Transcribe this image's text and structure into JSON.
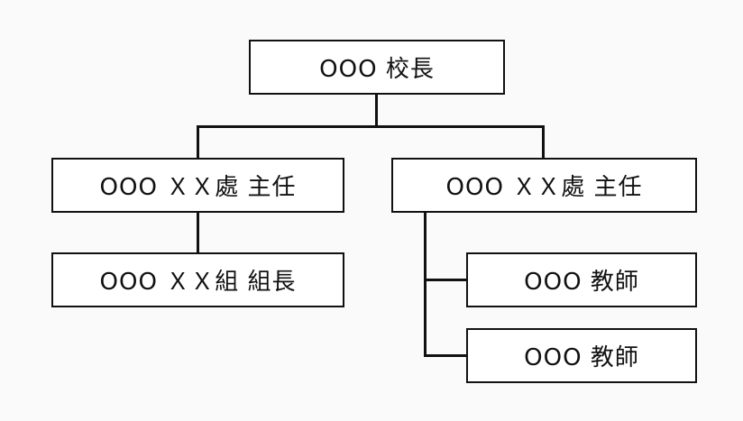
{
  "org_chart": {
    "principal": {
      "label": "OOO 校長"
    },
    "directors": [
      {
        "label": "OOO ＸＸ處 主任"
      },
      {
        "label": "OOO ＸＸ處 主任"
      }
    ],
    "group_leader": {
      "label": "OOO ＸＸ組 組長"
    },
    "teachers": [
      {
        "label": "OOO 教師"
      },
      {
        "label": "OOO 教師"
      }
    ]
  }
}
